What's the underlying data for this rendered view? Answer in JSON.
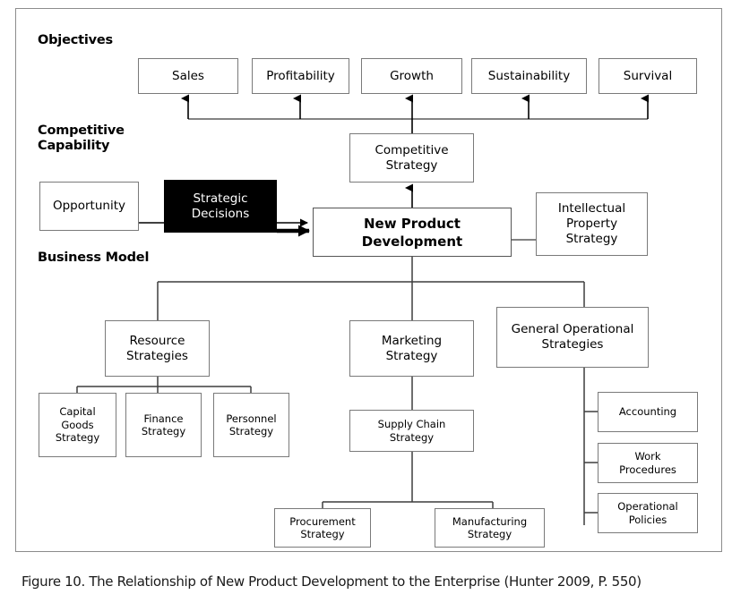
{
  "figure": {
    "caption": "Figure 10. The Relationship of New Product Development to the Enterprise (Hunter 2009, P. 550)",
    "border_color": "#8c8c8c",
    "background": "#ffffff"
  },
  "section_labels": [
    {
      "id": "objectives",
      "text": "Objectives"
    },
    {
      "id": "competitive-capability",
      "text": "Competitive\nCapability"
    },
    {
      "id": "business-model",
      "text": "Business Model"
    }
  ],
  "objectives": {
    "label": "Objectives",
    "nodes": [
      {
        "id": "sales",
        "label": "Sales"
      },
      {
        "id": "profitability",
        "label": "Profitability"
      },
      {
        "id": "growth",
        "label": "Growth"
      },
      {
        "id": "sustainability",
        "label": "Sustainability"
      },
      {
        "id": "survival",
        "label": "Survival"
      }
    ]
  },
  "competitive_capability": {
    "label": "Competitive\nCapability",
    "nodes": [
      {
        "id": "competitive-strategy",
        "label": "Competitive\nStrategy"
      },
      {
        "id": "opportunity",
        "label": "Opportunity"
      },
      {
        "id": "strategic-decisions",
        "label": "Strategic\nDecisions",
        "style": "inverted",
        "fill": "#000000",
        "text_color": "#ffffff"
      },
      {
        "id": "new-product-development",
        "label": "New Product\nDevelopment",
        "style": "bold"
      },
      {
        "id": "intellectual-property-strategy",
        "label": "Intellectual\nProperty\nStrategy"
      }
    ]
  },
  "business_model": {
    "label": "Business Model",
    "branches": [
      {
        "id": "resource-strategies",
        "label": "Resource\nStrategies",
        "children": [
          {
            "id": "capital-goods-strategy",
            "label": "Capital\nGoods\nStrategy"
          },
          {
            "id": "finance-strategy",
            "label": "Finance\nStrategy"
          },
          {
            "id": "personnel-strategy",
            "label": "Personnel\nStrategy"
          }
        ]
      },
      {
        "id": "marketing-strategy",
        "label": "Marketing\nStrategy",
        "children": [
          {
            "id": "supply-chain-strategy",
            "label": "Supply Chain\nStrategy",
            "children": [
              {
                "id": "procurement-strategy",
                "label": "Procurement\nStrategy"
              },
              {
                "id": "manufacturing-strategy",
                "label": "Manufacturing\nStrategy"
              }
            ]
          }
        ]
      },
      {
        "id": "general-operational-strategies",
        "label": "General Operational\nStrategies",
        "children": [
          {
            "id": "accounting",
            "label": "Accounting"
          },
          {
            "id": "work-procedures",
            "label": "Work\nProcedures"
          },
          {
            "id": "operational-policies",
            "label": "Operational\nPolicies"
          }
        ]
      }
    ]
  }
}
